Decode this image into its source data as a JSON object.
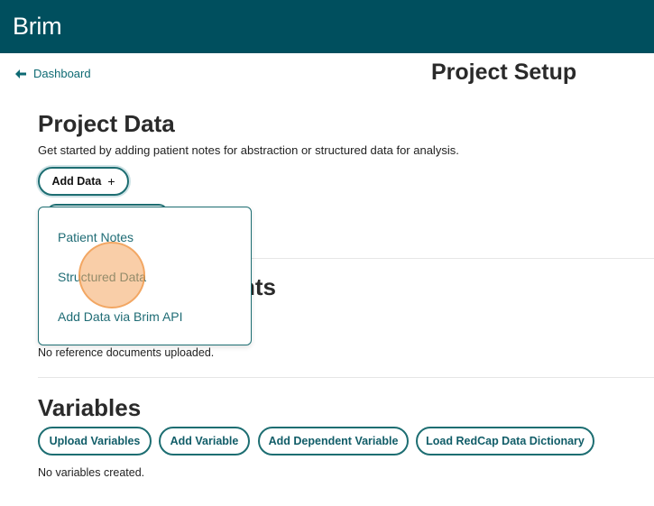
{
  "header": {
    "brand": "Brim"
  },
  "nav": {
    "back_label": "Dashboard"
  },
  "page": {
    "title": "Project Setup"
  },
  "project_data": {
    "title": "Project Data",
    "description": "Get started by adding patient notes for abstraction or structured data for analysis.",
    "add_button_label": "Add Data",
    "add_button_icon": "+",
    "menu": {
      "items": [
        {
          "label": "Patient Notes"
        },
        {
          "label": "Structured Data"
        },
        {
          "label": "Add Data via Brim API"
        }
      ]
    }
  },
  "reference_documents": {
    "title_visible_fragment": "nts",
    "empty_message": "No reference documents uploaded."
  },
  "variables": {
    "title": "Variables",
    "buttons": [
      {
        "label": "Upload Variables"
      },
      {
        "label": "Add Variable"
      },
      {
        "label": "Add Dependent Variable"
      },
      {
        "label": "Load RedCap Data Dictionary"
      }
    ],
    "empty_message": "No variables created."
  },
  "colors": {
    "header_bg": "#004f5e",
    "accent": "#1d6e72",
    "link": "#0e6a73",
    "cursor_highlight": "#f4a560"
  }
}
